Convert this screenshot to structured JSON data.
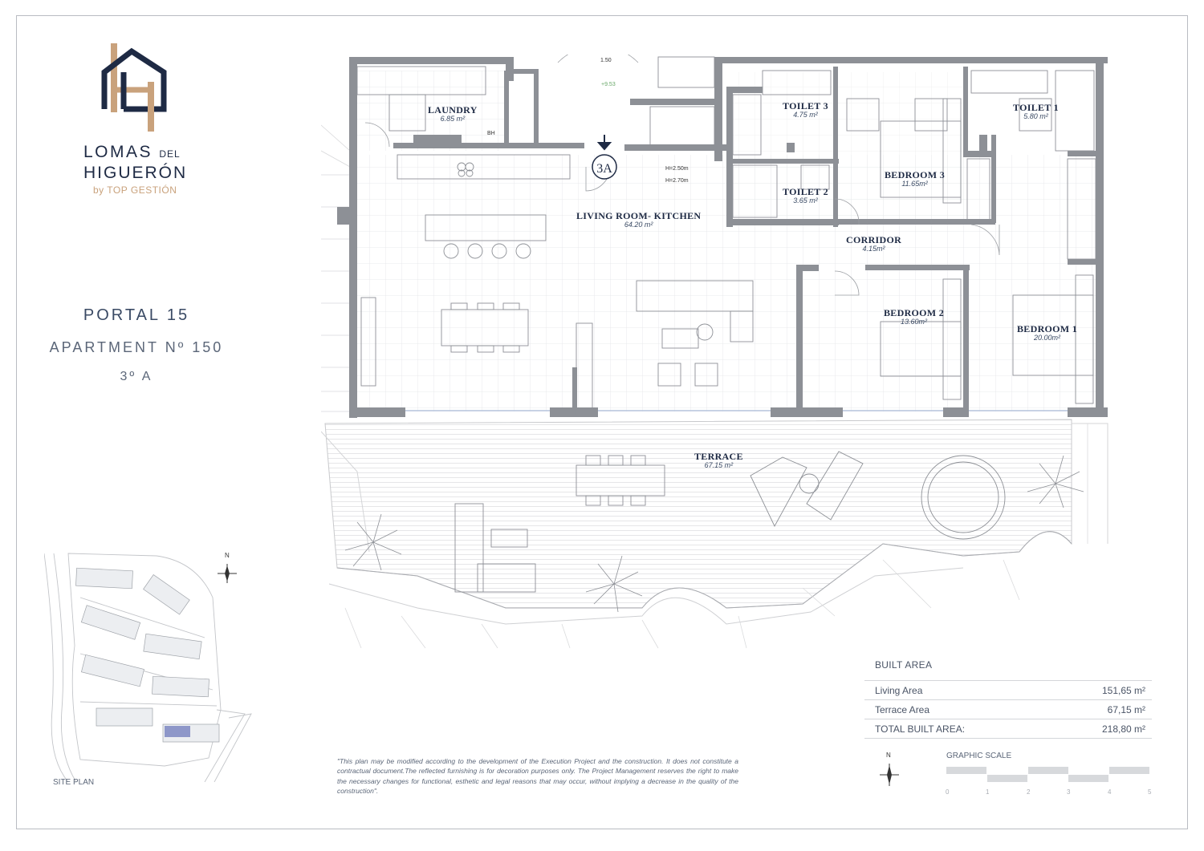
{
  "brand": {
    "line1": "LOMAS",
    "line1_small": "DEL",
    "line2": "HIGUERÓN",
    "line3": "by  TOP GESTIÓN",
    "colors": {
      "navy": "#1e2a44",
      "gold": "#c9a27c"
    }
  },
  "portal": {
    "name": "PORTAL 15",
    "apartment": "APARTMENT Nº 150",
    "floor": "3º A"
  },
  "plan": {
    "unit_label": "3A",
    "rooms": [
      {
        "name": "LAUNDRY",
        "area": "6.85 m²"
      },
      {
        "name": "TOILET 3",
        "area": "4.75 m²"
      },
      {
        "name": "TOILET 1",
        "area": "5.80 m²"
      },
      {
        "name": "BEDROOM 3",
        "area": "11.65m²"
      },
      {
        "name": "TOILET 2",
        "area": "3.65 m²"
      },
      {
        "name": "LIVING ROOM- KITCHEN",
        "area": "64.20 m²"
      },
      {
        "name": "CORRIDOR",
        "area": "4.15m²"
      },
      {
        "name": "BEDROOM 2",
        "area": "13.60m²"
      },
      {
        "name": "BEDROOM 1",
        "area": "20.00m²"
      },
      {
        "name": "TERRACE",
        "area": "67.15 m²"
      }
    ],
    "heights": [
      "H=2.50m",
      "H=2.70m"
    ],
    "entry_marks": [
      "1.50",
      "+9.53"
    ],
    "bh_label": "BH"
  },
  "built_area": {
    "title": "BUILT AREA",
    "rows": [
      {
        "label": "Living Area",
        "value": "151,65 m²"
      },
      {
        "label": "Terrace Area",
        "value": "67,15 m²"
      },
      {
        "label": "TOTAL BUILT AREA:",
        "value": "218,80 m²"
      }
    ]
  },
  "disclaimer": "\"This plan may be modified according to the development of the Execution Project and the construction. It does not constitute a contractual document.The reflected furnishing is for decoration purposes only. The Project Management reserves the right to make the necessary changes for functional, esthetic and legal reasons that may occur, without implying a decrease in the quality of the construction\".",
  "site_plan": {
    "label": "SITE PLAN",
    "north": "N"
  },
  "graphic_scale": {
    "label": "GRAPHIC SCALE",
    "ticks": [
      "0",
      "1",
      "2",
      "3",
      "4",
      "5"
    ],
    "north": "N"
  }
}
